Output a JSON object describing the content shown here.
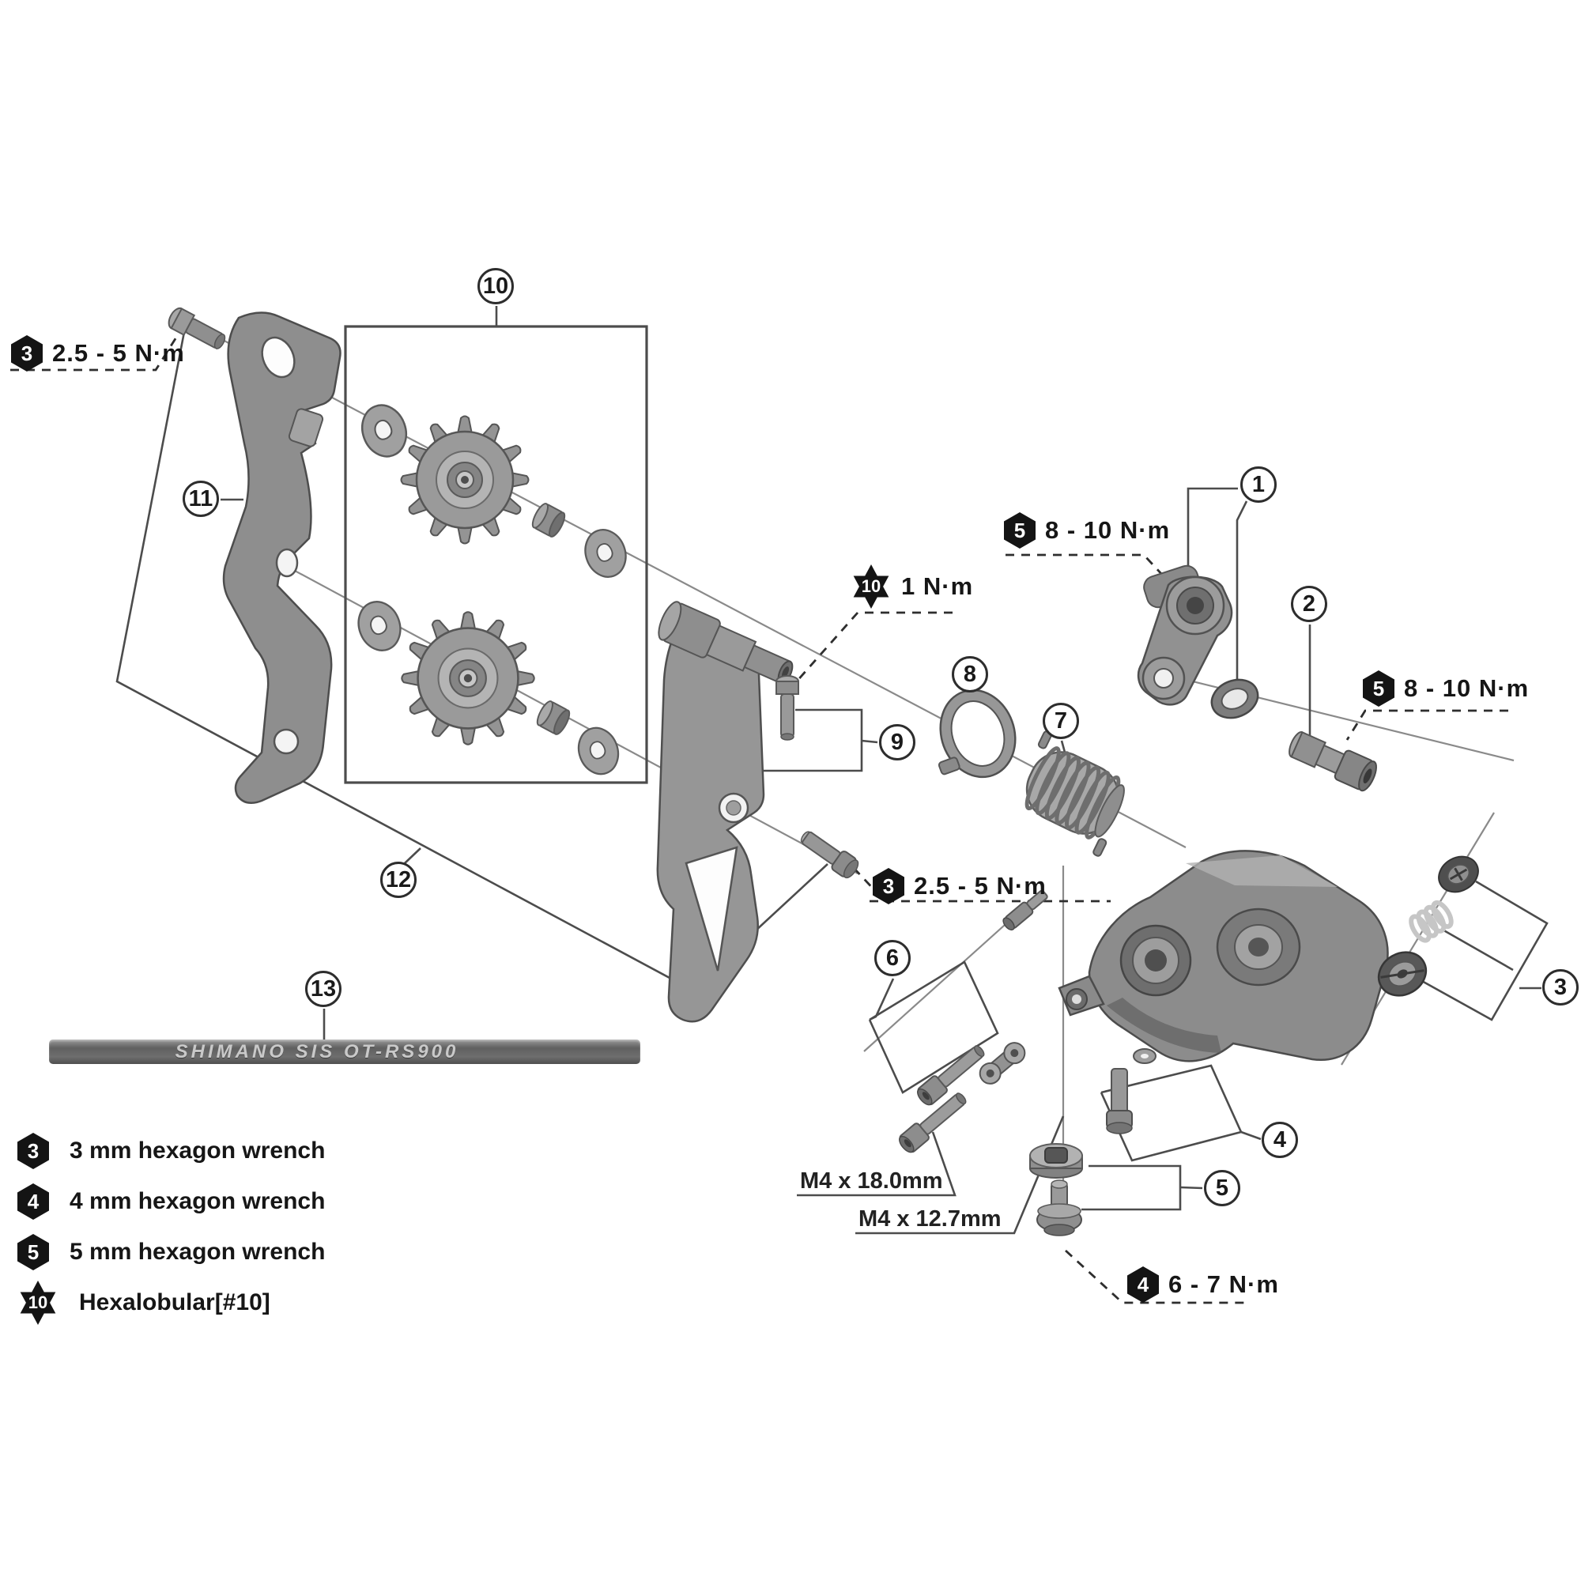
{
  "callouts": {
    "c1": "1",
    "c2": "2",
    "c3": "3",
    "c4": "4",
    "c5": "5",
    "c6": "6",
    "c7": "7",
    "c8": "8",
    "c9": "9",
    "c10": "10",
    "c11": "11",
    "c12": "12",
    "c13": "13"
  },
  "torques": {
    "plate_bolt_upper": {
      "badge": "3",
      "value": "2.5 - 5 N·m"
    },
    "pulley_screw": {
      "badge": "10",
      "value": "1 N·m"
    },
    "bracket_axle_left": {
      "badge": "5",
      "value": "8 - 10 N·m"
    },
    "bracket_axle_right": {
      "badge": "5",
      "value": "8 - 10 N·m"
    },
    "plate_bolt_lower": {
      "badge": "3",
      "value": "2.5 - 5 N·m"
    },
    "cable_fixing_bolt": {
      "badge": "4",
      "value": "6 - 7 N·m"
    }
  },
  "dimensions": {
    "screw_long": "M4 x 18.0mm",
    "screw_short": "M4 x 12.7mm"
  },
  "cable": {
    "label": "SHIMANO SIS OT-RS900"
  },
  "legend": {
    "items": [
      {
        "badge": "3",
        "label": "3 mm hexagon wrench"
      },
      {
        "badge": "4",
        "label": "4 mm hexagon wrench"
      },
      {
        "badge": "5",
        "label": "5 mm hexagon wrench"
      },
      {
        "badge": "10",
        "label": "Hexalobular[#10]"
      }
    ]
  }
}
